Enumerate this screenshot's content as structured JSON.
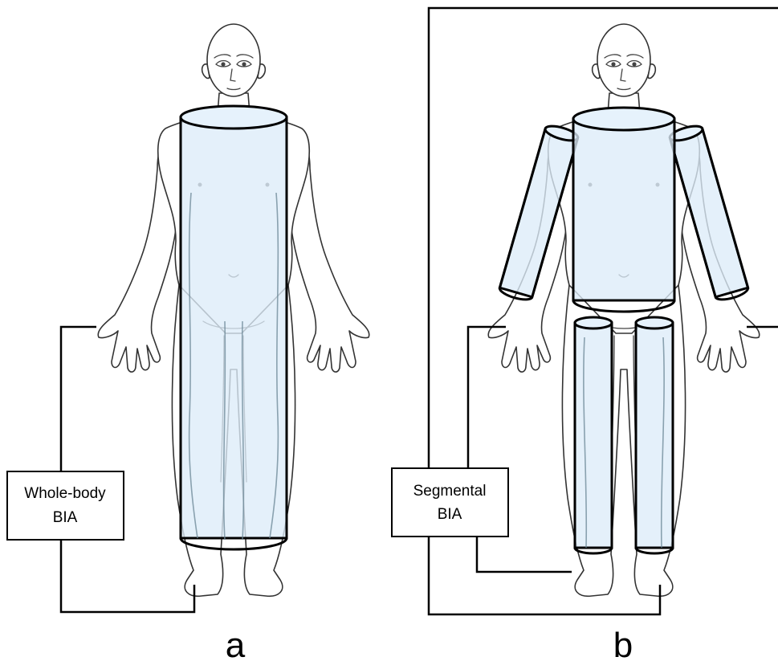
{
  "panels": [
    {
      "id": "a",
      "label": "a",
      "device_box": {
        "line1": "Whole-body",
        "line2": "BIA"
      },
      "segments": [
        "whole-body"
      ]
    },
    {
      "id": "b",
      "label": "b",
      "device_box": {
        "line1": "Segmental",
        "line2": "BIA"
      },
      "segments": [
        "right-arm",
        "left-arm",
        "trunk",
        "right-leg",
        "left-leg"
      ]
    }
  ],
  "colors": {
    "segment_fill": "#dcecf9",
    "segment_outline": "#000000",
    "body_outline": "#333333",
    "wire": "#000000"
  }
}
